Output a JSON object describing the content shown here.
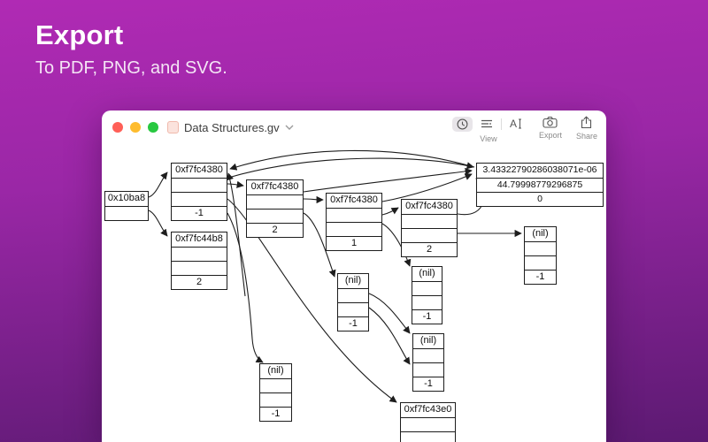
{
  "hero": {
    "title": "Export",
    "subtitle": "To PDF, PNG, and SVG."
  },
  "window": {
    "title": "Data Structures.gv",
    "toolbar": {
      "view_label": "View",
      "export_label": "Export",
      "share_label": "Share"
    },
    "traffic_lights": {
      "close": "#ff5f57",
      "minimize": "#febc2e",
      "zoom": "#28c840"
    }
  },
  "graph": {
    "nodes": [
      {
        "name": "node-root",
        "rows": [
          "0x10ba8",
          ""
        ]
      },
      {
        "name": "node-a",
        "rows": [
          "0xf7fc4380",
          "",
          "",
          "-1"
        ]
      },
      {
        "name": "node-b",
        "rows": [
          "0xf7fc44b8",
          "",
          "",
          "2"
        ]
      },
      {
        "name": "node-c",
        "rows": [
          "0xf7fc4380",
          "",
          "",
          "2"
        ]
      },
      {
        "name": "node-d",
        "rows": [
          "0xf7fc4380",
          "",
          "",
          "1"
        ]
      },
      {
        "name": "node-e",
        "rows": [
          "0xf7fc4380",
          "",
          "",
          "2"
        ]
      },
      {
        "name": "node-floats",
        "rows": [
          "3.43322790286038071e-06",
          "44.79998779296875",
          "0"
        ]
      },
      {
        "name": "node-nil-1",
        "rows": [
          "(nil)",
          "",
          "",
          "-1"
        ]
      },
      {
        "name": "node-nil-2",
        "rows": [
          "(nil)",
          "",
          "",
          "-1"
        ]
      },
      {
        "name": "node-nil-3",
        "rows": [
          "(nil)",
          "",
          "",
          "-1"
        ]
      },
      {
        "name": "node-nil-4",
        "rows": [
          "(nil)",
          "",
          "",
          "-1"
        ]
      },
      {
        "name": "node-nil-5",
        "rows": [
          "(nil)",
          "",
          "",
          "-1"
        ]
      },
      {
        "name": "node-tail",
        "rows": [
          "0xf7fc43e0",
          "",
          "",
          ""
        ]
      }
    ]
  },
  "colors": {
    "bg_top": "#b02ab4",
    "bg_bottom": "#5c1a72",
    "node_border": "#1d1d1d"
  }
}
